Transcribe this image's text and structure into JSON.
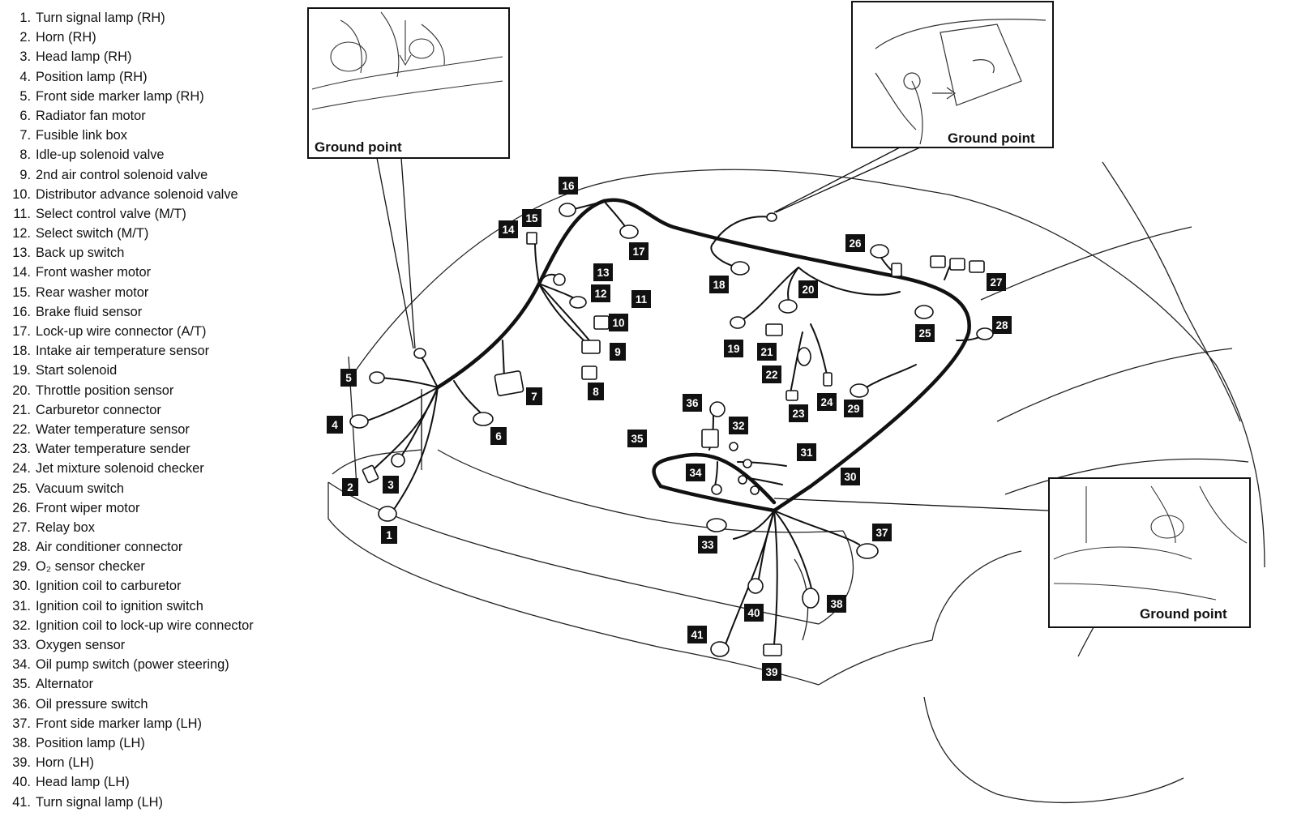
{
  "legend": [
    {
      "num": "1.",
      "label": "Turn signal lamp (RH)"
    },
    {
      "num": "2.",
      "label": "Horn (RH)"
    },
    {
      "num": "3.",
      "label": "Head lamp (RH)"
    },
    {
      "num": "4.",
      "label": "Position lamp (RH)"
    },
    {
      "num": "5.",
      "label": "Front side marker lamp (RH)"
    },
    {
      "num": "6.",
      "label": "Radiator fan motor"
    },
    {
      "num": "7.",
      "label": "Fusible link box"
    },
    {
      "num": "8.",
      "label": "Idle-up solenoid valve"
    },
    {
      "num": "9.",
      "label": "2nd air control solenoid valve"
    },
    {
      "num": "10.",
      "label": "Distributor advance solenoid valve"
    },
    {
      "num": "11.",
      "label": "Select control valve (M/T)"
    },
    {
      "num": "12.",
      "label": "Select switch (M/T)"
    },
    {
      "num": "13.",
      "label": "Back up switch"
    },
    {
      "num": "14.",
      "label": "Front washer motor"
    },
    {
      "num": "15.",
      "label": "Rear washer motor"
    },
    {
      "num": "16.",
      "label": "Brake fluid sensor"
    },
    {
      "num": "17.",
      "label": "Lock-up wire connector (A/T)"
    },
    {
      "num": "18.",
      "label": "Intake air temperature sensor"
    },
    {
      "num": "19.",
      "label": "Start solenoid"
    },
    {
      "num": "20.",
      "label": "Throttle position sensor"
    },
    {
      "num": "21.",
      "label": "Carburetor connector"
    },
    {
      "num": "22.",
      "label": "Water temperature sensor"
    },
    {
      "num": "23.",
      "label": "Water temperature sender"
    },
    {
      "num": "24.",
      "label": "Jet mixture solenoid checker"
    },
    {
      "num": "25.",
      "label": "Vacuum switch"
    },
    {
      "num": "26.",
      "label": "Front wiper motor"
    },
    {
      "num": "27.",
      "label": "Relay box"
    },
    {
      "num": "28.",
      "label": "Air conditioner connector"
    },
    {
      "num": "29.",
      "label": "O₂ sensor checker"
    },
    {
      "num": "30.",
      "label": "Ignition coil to carburetor"
    },
    {
      "num": "31.",
      "label": "Ignition coil to ignition switch"
    },
    {
      "num": "32.",
      "label": "Ignition coil to lock-up wire connector"
    },
    {
      "num": "33.",
      "label": "Oxygen sensor"
    },
    {
      "num": "34.",
      "label": "Oil pump switch (power steering)"
    },
    {
      "num": "35.",
      "label": "Alternator"
    },
    {
      "num": "36.",
      "label": "Oil pressure switch"
    },
    {
      "num": "37.",
      "label": "Front side marker lamp (LH)"
    },
    {
      "num": "38.",
      "label": "Position lamp (LH)"
    },
    {
      "num": "39.",
      "label": "Horn (LH)"
    },
    {
      "num": "40.",
      "label": "Head lamp (LH)"
    },
    {
      "num": "41.",
      "label": "Turn signal lamp (LH)"
    }
  ],
  "ground_point_label": "Ground point",
  "callouts": [
    "1",
    "2",
    "3",
    "4",
    "5",
    "6",
    "7",
    "8",
    "9",
    "10",
    "11",
    "12",
    "13",
    "14",
    "15",
    "16",
    "17",
    "18",
    "19",
    "20",
    "21",
    "22",
    "23",
    "24",
    "25",
    "26",
    "27",
    "28",
    "29",
    "30",
    "31",
    "32",
    "33",
    "34",
    "35",
    "36",
    "37",
    "38",
    "39",
    "40",
    "41"
  ]
}
